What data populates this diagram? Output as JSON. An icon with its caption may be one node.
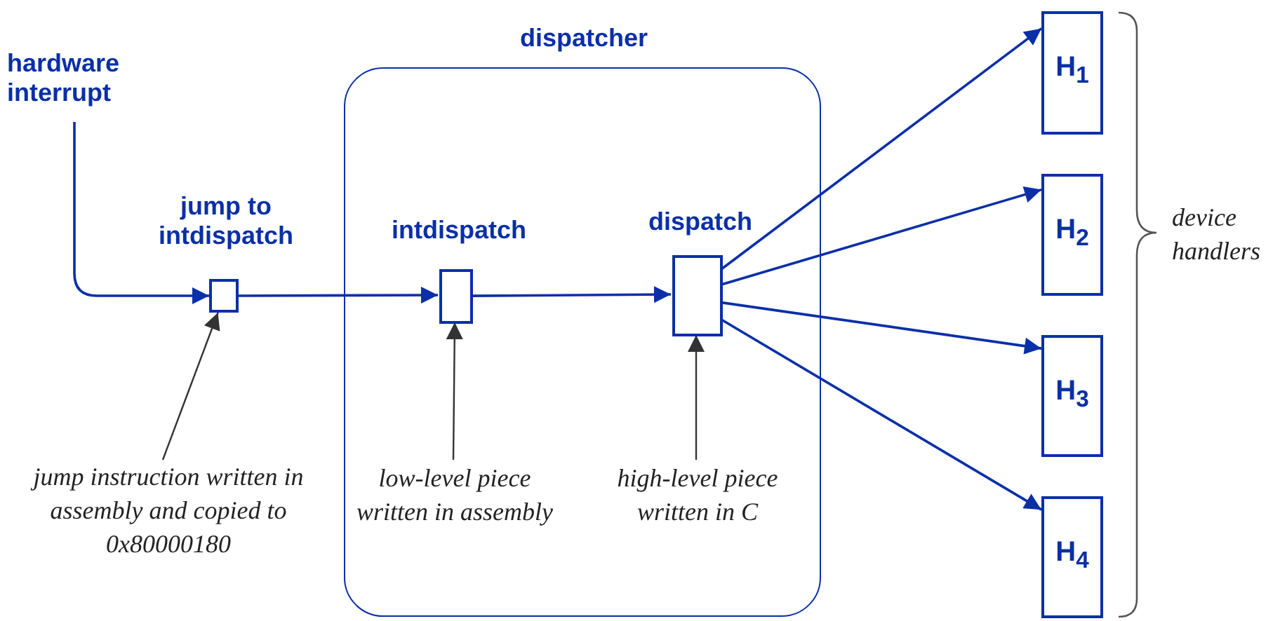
{
  "diagram": {
    "nodes": [
      {
        "text": [
          "hardware interrupt"
        ]
      },
      {
        "text": [
          "dispatcher"
        ]
      },
      {
        "text": [
          "jump to intdispatch"
        ]
      },
      {
        "text": [
          "intdispatch"
        ],
        "in": 1
      },
      {
        "text": [
          "dispatch"
        ],
        "in": 1
      },
      {
        "text": [
          "H$_{1}$"
        ]
      },
      {
        "text": [
          "H$_{2}$"
        ]
      },
      {
        "text": [
          "H$_{3}$"
        ]
      },
      {
        "text": [
          "H$_{4}$"
        ]
      },
      {
        "text": [
          "jump instruction written in assembly and copied to 0x80000180"
        ]
      },
      {
        "text": [
          "low-level piece written in assembly"
        ],
        "in": 1
      },
      {
        "text": [
          "high-level piece written in C"
        ],
        "in": 1
      }
    ],
    "edges": [
      {
        "from": 0,
        "to": 2,
        "arrow": "to"
      },
      {
        "from": 2,
        "to": 3,
        "arrow": "to"
      },
      {
        "from": 3,
        "to": 4,
        "arrow": "to"
      },
      {
        "from": 4,
        "to": 5,
        "arrow": "to"
      },
      {
        "from": 4,
        "to": 6,
        "arrow": "to"
      },
      {
        "from": 4,
        "to": 7,
        "arrow": "to"
      },
      {
        "from": 4,
        "to": 8,
        "arrow": "to"
      },
      {
        "from": 9,
        "to": 2,
        "arrow": "to",
        "color": "#333333"
      },
      {
        "from": 10,
        "to": 3,
        "arrow": "to",
        "color": "#333333"
      },
      {
        "from": 11,
        "to": 4,
        "arrow": "to",
        "color": "#333333"
      }
    ],
    "labels": [
      "device handlers"
    ]
  }
}
